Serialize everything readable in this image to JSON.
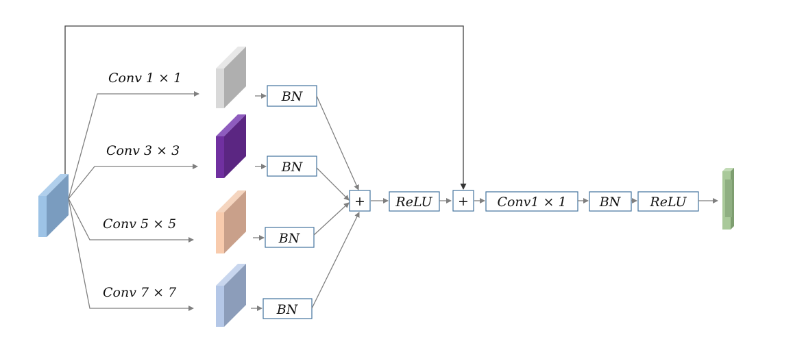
{
  "branches": [
    {
      "conv_label": "Conv 1 × 1",
      "bn_label": "BN",
      "colors": {
        "front": "#D9D9D9",
        "side": "#AFAFAF",
        "top": "#E8E8E8"
      }
    },
    {
      "conv_label": "Conv 3 × 3",
      "bn_label": "BN",
      "colors": {
        "front": "#7030A0",
        "side": "#5B2682",
        "top": "#8E5CBE"
      }
    },
    {
      "conv_label": "Conv 5 × 5",
      "bn_label": "BN",
      "colors": {
        "front": "#F8CBAD",
        "side": "#C9A08A",
        "top": "#F5D5BF"
      }
    },
    {
      "conv_label": "Conv 7 × 7",
      "bn_label": "BN",
      "colors": {
        "front": "#B4C7E7",
        "side": "#8C9DBA",
        "top": "#C8D6EE"
      }
    }
  ],
  "input_colors": {
    "front": "#9DC3E6",
    "side": "#7A9CBF",
    "top": "#B0CFEC"
  },
  "output_colors": {
    "front": "#A9C99A",
    "side": "#7E9E70",
    "top": "#C2DBB6"
  },
  "main": {
    "add1": "+",
    "relu1": "ReLU",
    "add2": "+",
    "conv": "Conv1 × 1",
    "bn": "BN",
    "relu2": "ReLU"
  }
}
